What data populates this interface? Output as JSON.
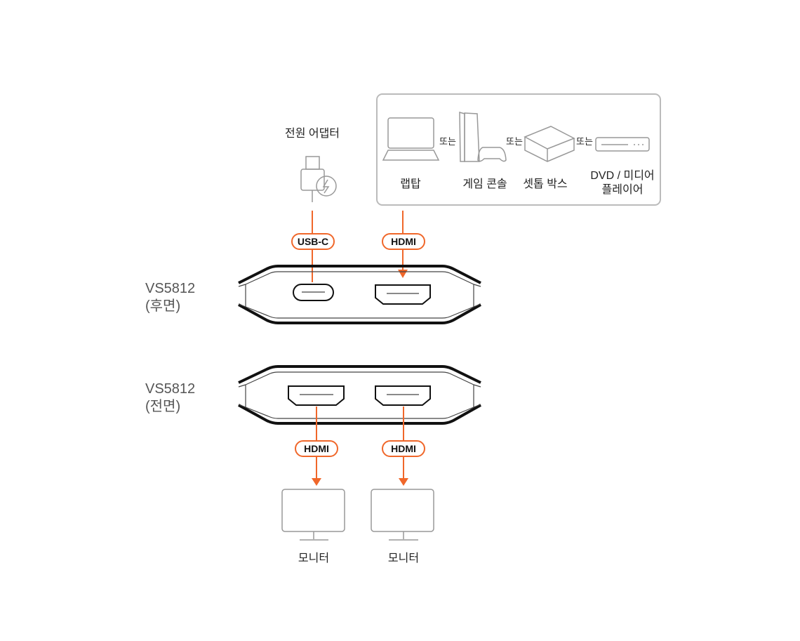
{
  "power_adapter_label": "전원 어댑터",
  "sources": [
    {
      "label": "랩탑"
    },
    {
      "label": "게임 콘솔"
    },
    {
      "label": "셋톱 박스"
    },
    {
      "label_line1": "DVD / 미디어",
      "label_line2": "플레이어"
    }
  ],
  "or_label": "또는",
  "connectors": {
    "usbc": "USB-C",
    "hdmi_in": "HDMI",
    "hdmi_out1": "HDMI",
    "hdmi_out2": "HDMI"
  },
  "device_rear": {
    "model": "VS5812",
    "side": "(후면)"
  },
  "device_front": {
    "model": "VS5812",
    "side": "(전면)"
  },
  "monitors": [
    {
      "label": "모니터"
    },
    {
      "label": "모니터"
    }
  ],
  "colors": {
    "accent": "#f0672a",
    "outline": "#999999",
    "device": "#111111"
  }
}
